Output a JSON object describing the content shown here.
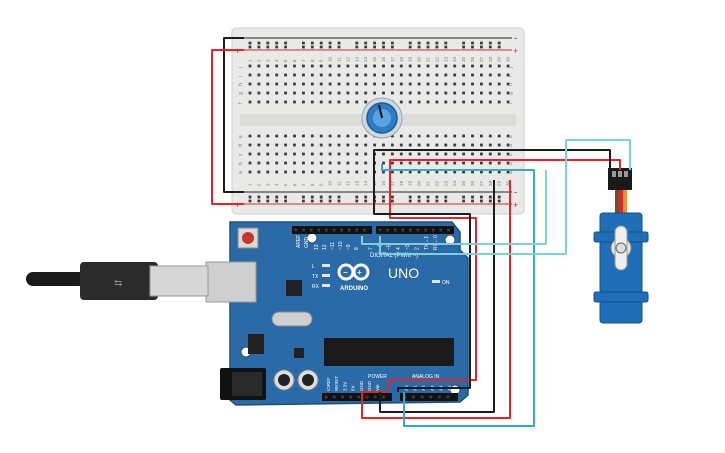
{
  "colors": {
    "breadboard": "#e9e9e7",
    "breadboard_groove": "#d9d9d6",
    "hole": "#3b3b3b",
    "rail_red": "#d32b2b",
    "rail_blue": "#222222",
    "arduino": "#2a6aa7",
    "arduino_dark": "#1d4f80",
    "servo_body": "#1f6fb8",
    "wire_red": "#e0262b",
    "wire_black": "#1c1c1c",
    "wire_cyan": "#36a9c9",
    "wire_cyan_light": "#7fd0d4",
    "pot_body": "#2e7ec6"
  },
  "breadboard": {
    "rail_plus": "+",
    "rail_minus": "-",
    "row_letters_top": [
      "j",
      "i",
      "h",
      "g",
      "f"
    ],
    "row_letters_bottom": [
      "e",
      "d",
      "c",
      "b",
      "a"
    ],
    "column_numbers": [
      "1",
      "2",
      "3",
      "4",
      "5",
      "6",
      "7",
      "8",
      "9",
      "10",
      "11",
      "12",
      "13",
      "14",
      "15",
      "16",
      "17",
      "18",
      "19",
      "20",
      "21",
      "22",
      "23",
      "24",
      "25",
      "26",
      "27",
      "28",
      "29",
      "30"
    ]
  },
  "arduino": {
    "brand_text": "ARDUINO",
    "model_text": "UNO",
    "digital_header_label": "DIGITAL (PWM ~)",
    "power_header_label": "POWER",
    "analog_header_label": "ANALOG IN",
    "aref_label": "AREF",
    "gnd_label": "GND",
    "top_pins": [
      "13",
      "12",
      "~11",
      "~10",
      "~9",
      "8",
      "7",
      "~6",
      "~5",
      "4",
      "~3",
      "2",
      "TX→1",
      "RX←0"
    ],
    "led_labels": [
      "L",
      "TX",
      "RX"
    ],
    "on_label": "ON",
    "power_pins": [
      "IOREF",
      "RESET",
      "3.3V",
      "5V",
      "GND",
      "GND",
      "Vin"
    ],
    "analog_pins": [
      "A0",
      "A1",
      "A2",
      "A3",
      "A4",
      "A5"
    ]
  },
  "icons": {
    "usb_cable": "usb-cable-icon",
    "potentiometer": "potentiometer-icon",
    "servo": "servo-motor-icon",
    "reset_button": "reset-button-icon"
  }
}
